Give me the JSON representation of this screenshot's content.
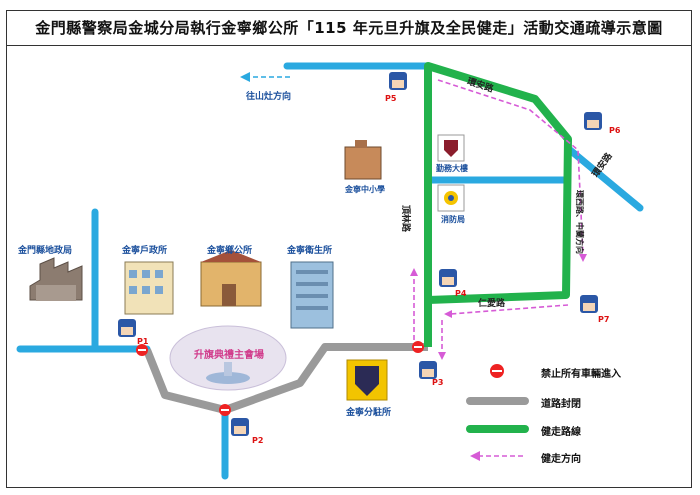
{
  "title": "金門縣警察局金城分局執行金寧鄉公所「115 年元旦升旗及全民健走」活動交通疏導示意圖",
  "colors": {
    "road": "#2aa9e0",
    "closed": "#9a9a9a",
    "walk": "#22b24c",
    "arrow": "#d65bd6",
    "police": "#2b57a6",
    "redsign": "#e22",
    "venue": "#d9d2e6"
  },
  "places": {
    "land_office": "金門縣地政局",
    "household": "金寧戶政所",
    "township": "金寧鄉公所",
    "health": "金寧衛生所",
    "school": "金寧中小學",
    "service": "勤務大樓",
    "fire": "消防局",
    "station": "金寧分駐所",
    "venue": "升旗典禮主會場",
    "direction_label": "往山灶方向"
  },
  "roads": {
    "r1": "環安路",
    "r2": "環安路",
    "r3": "頂林路",
    "r4": "仁愛路",
    "r5": "環西路、中蘭方向"
  },
  "police_posts": [
    "P1",
    "P2",
    "P3",
    "P4",
    "P5",
    "P6",
    "P7"
  ],
  "legend": {
    "no_entry": "禁止所有車輛進入",
    "closed": "道路封閉",
    "walk": "健走路線",
    "direction": "健走方向"
  },
  "icons": {
    "police": "police-officer-icon",
    "no_entry": "no-entry-sign-icon",
    "building": "building-icon",
    "badge": "police-badge-icon"
  }
}
